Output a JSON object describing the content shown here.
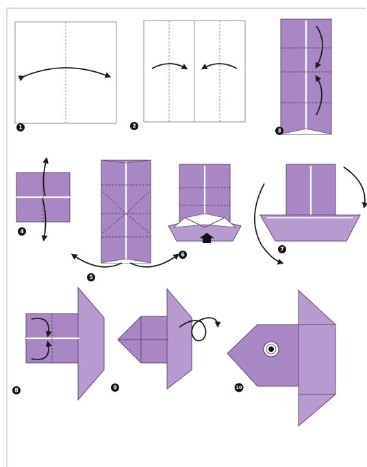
{
  "steps": [
    {
      "number": "1"
    },
    {
      "number": "2"
    },
    {
      "number": "3"
    },
    {
      "number": "4"
    },
    {
      "number": "5"
    },
    {
      "number": "6"
    },
    {
      "number": "7"
    },
    {
      "number": "8"
    },
    {
      "number": "9"
    },
    {
      "number": "10"
    }
  ],
  "colors": {
    "paper_purple": "#a887c4",
    "paper_white": "#ffffff",
    "arrow": "#1a1a1a"
  }
}
